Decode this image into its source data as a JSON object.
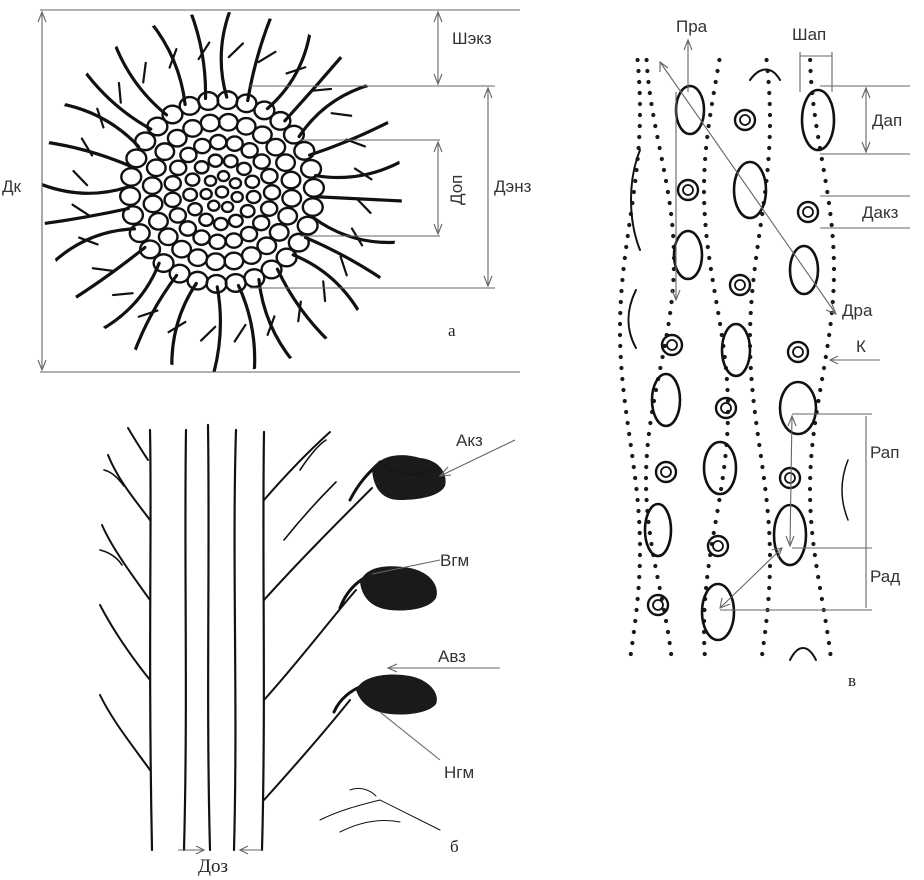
{
  "panels": {
    "a": {
      "panel_label": "а",
      "labels": {
        "dk": "Дк",
        "shekz": "Шэкз",
        "denz": "Дэнз",
        "dop": "Доп"
      }
    },
    "b": {
      "panel_label": "б",
      "labels": {
        "akz": "Акз",
        "vgm": "Вгм",
        "avz": "Авз",
        "ngm": "Нгм",
        "doz": "Доз"
      }
    },
    "v": {
      "panel_label": "в",
      "labels": {
        "pra": "Пра",
        "shap": "Шап",
        "dap": "Дап",
        "dakz": "Дакз",
        "dra": "Дра",
        "k": "К",
        "rap": "Рап",
        "rad": "Рад"
      }
    }
  },
  "colors": {
    "ink": "#111111",
    "dimension_line": "#666666",
    "label_text": "#333333",
    "background": "#ffffff"
  }
}
